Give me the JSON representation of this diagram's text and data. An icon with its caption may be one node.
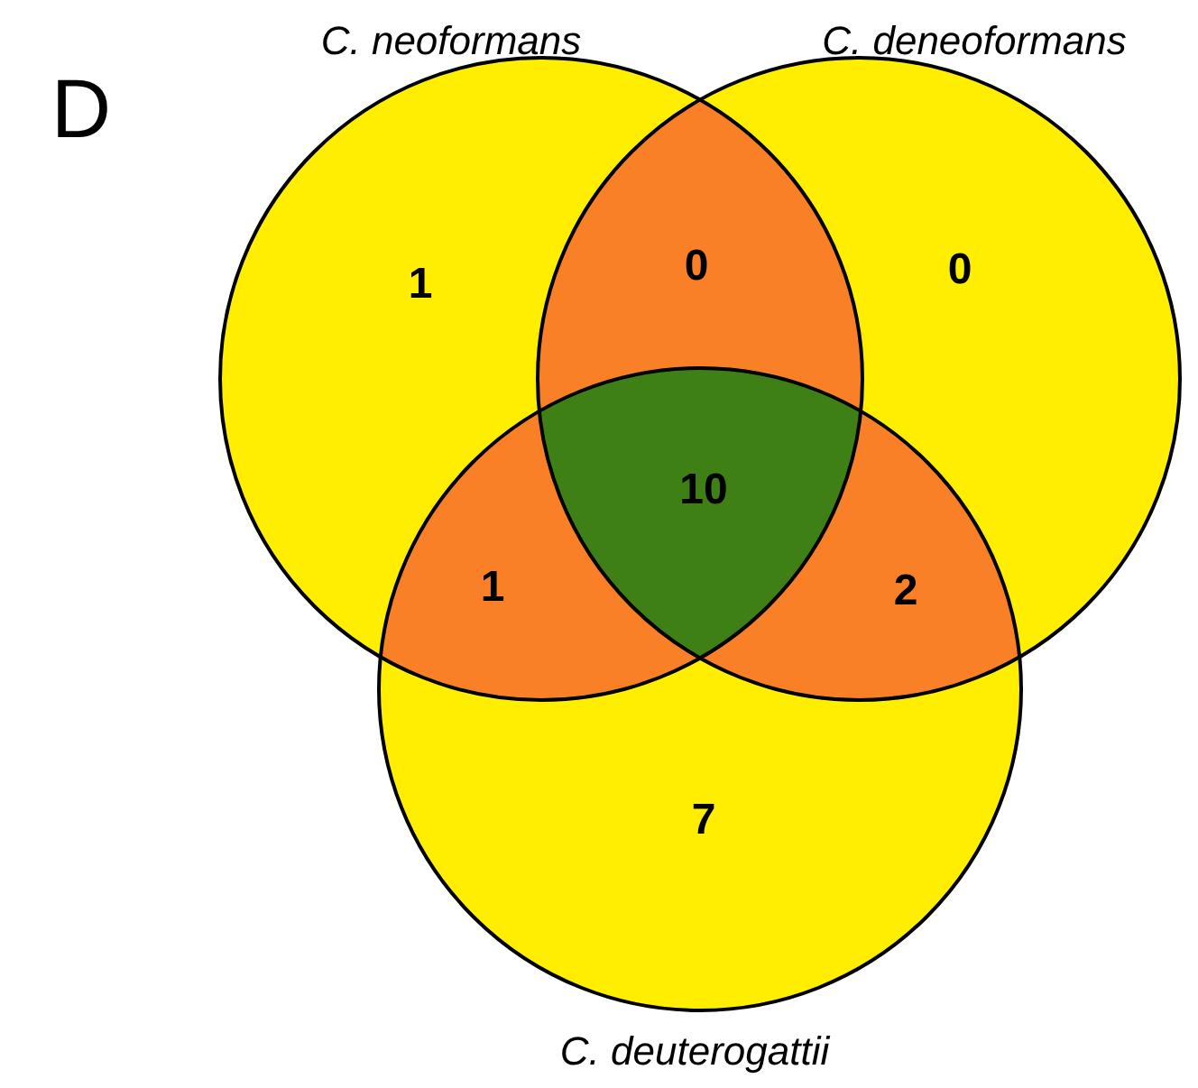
{
  "diagram": {
    "nodes": [
      {
        "text": [
          "C. neoformans"
        ]
      },
      {
        "text": [
          "C. deneoformans"
        ]
      },
      {
        "text": [
          "C. deuterogattii"
        ]
      }
    ],
    "labels": [
      "D",
      "1",
      "0",
      "0",
      "10",
      "1",
      "2",
      "7"
    ]
  }
}
